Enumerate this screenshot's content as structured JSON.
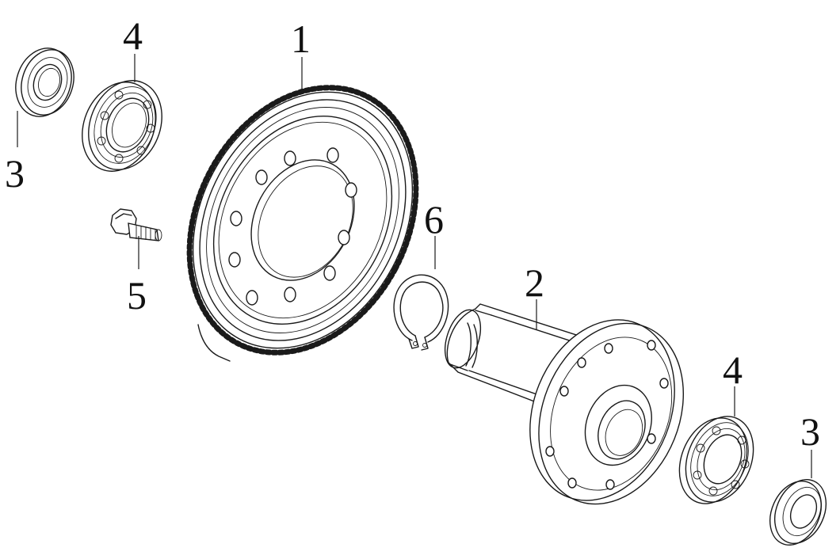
{
  "callouts": {
    "gear": "1",
    "shaft": "2",
    "seal_left": "3",
    "seal_right": "3",
    "bearing_left": "4",
    "bearing_right": "4",
    "bolt": "5",
    "snap_ring": "6"
  },
  "colors": {
    "line": "#1a1a1a",
    "background": "#ffffff"
  }
}
